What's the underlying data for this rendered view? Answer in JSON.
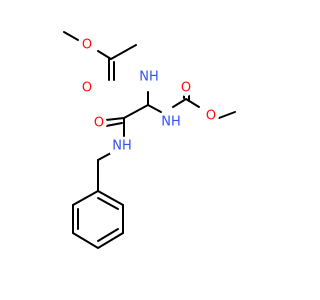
{
  "molecule": {
    "atoms": [
      {
        "id": "o_ether_1",
        "symbol": "O",
        "color": "#ff0d0d"
      },
      {
        "id": "o_carbonyl_1",
        "symbol": "O",
        "color": "#ff0d0d"
      },
      {
        "id": "n_carbamate_1",
        "symbol": "NH",
        "color": "#3050f8"
      },
      {
        "id": "o_carbonyl_2",
        "symbol": "O",
        "color": "#ff0d0d"
      },
      {
        "id": "o_ether_2",
        "symbol": "O",
        "color": "#ff0d0d"
      },
      {
        "id": "o_amide",
        "symbol": "O",
        "color": "#ff0d0d"
      },
      {
        "id": "n_carbamate_2",
        "symbol": "NH",
        "color": "#3050f8"
      },
      {
        "id": "n_amide",
        "symbol": "NH",
        "color": "#3050f8"
      }
    ],
    "bond_color": "#000000"
  }
}
